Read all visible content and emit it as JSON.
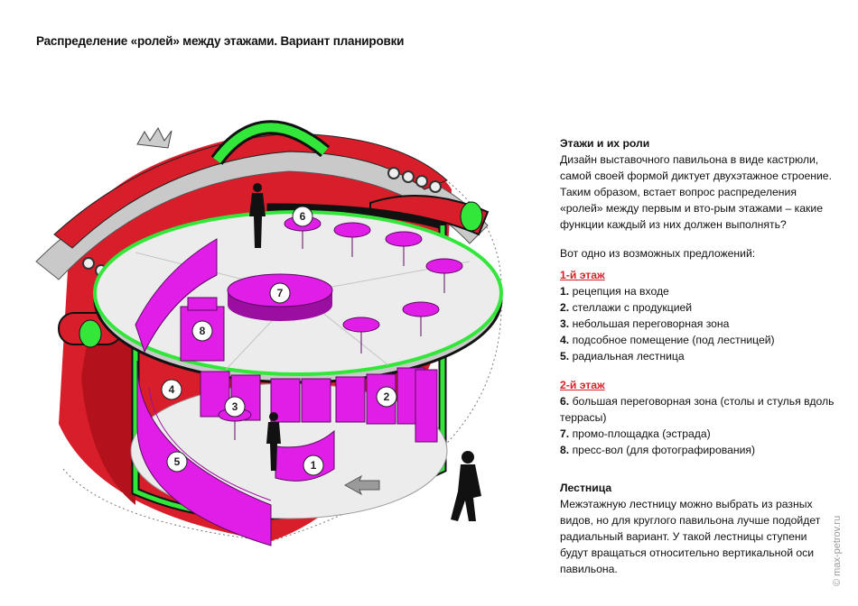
{
  "title": "Распределение «ролей» между этажами. Вариант планировки",
  "side": {
    "heading1": "Этажи и их роли",
    "intro": "Дизайн выставочного павильона в виде кастрюли, самой своей формой диктует двухэтажное строение. Таким образом, встает вопрос распределения «ролей» между первым и вто-рым этажами – какие функции каждый из них должен выполнять?",
    "proposal": "Вот одно из возможных предложений:",
    "floor1": {
      "heading": "1-й этаж",
      "items": [
        {
          "num": "1.",
          "text": "рецепция на входе"
        },
        {
          "num": "2.",
          "text": "стеллажи с продукцией"
        },
        {
          "num": "3.",
          "text": "небольшая переговорная зона"
        },
        {
          "num": "4.",
          "text": "подсобное помещение (под лестницей)"
        },
        {
          "num": "5.",
          "text": "радиальная лестница"
        }
      ]
    },
    "floor2": {
      "heading": "2-й этаж",
      "items": [
        {
          "num": "6.",
          "text": "большая переговорная зона (столы и стулья вдоль террасы)"
        },
        {
          "num": "7.",
          "text": "промо-площадка (эстрада)"
        },
        {
          "num": "8.",
          "text": "пресс-вол (для фотографирования)"
        }
      ]
    },
    "heading2": "Лестница",
    "stairs": "Межэтажную лестницу можно выбрать из разных видов, но для круглого павильона лучше подойдет радиальный вариант. У такой лестницы ступени будут вращаться относительно вертикальной оси павильона."
  },
  "markers": [
    "1",
    "2",
    "3",
    "4",
    "5",
    "6",
    "7",
    "8"
  ],
  "credit": "© max-petrov.ru",
  "colors": {
    "red": "#d81e2a",
    "green": "#33e63a",
    "magenta": "#e01ee8",
    "floor": "#ececec",
    "grey": "#b9b9b9"
  }
}
